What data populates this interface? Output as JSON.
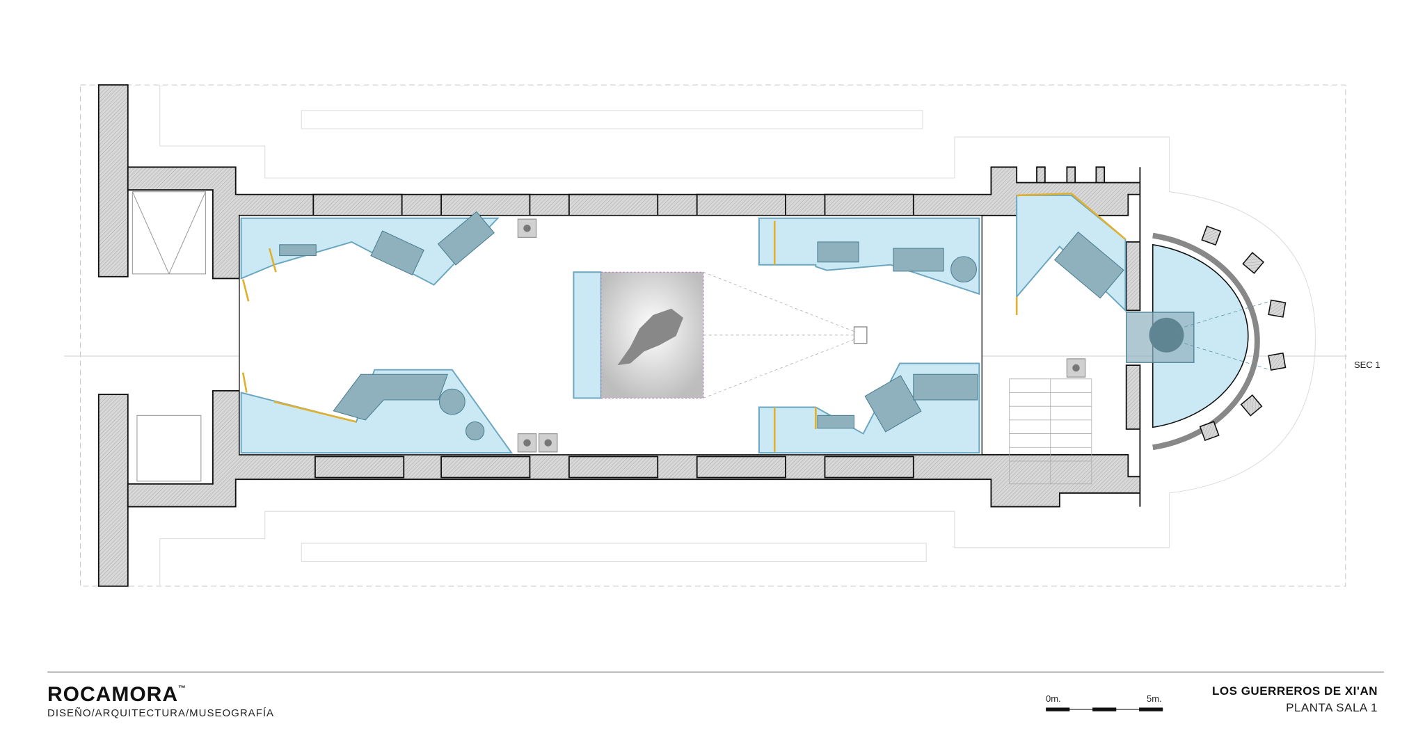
{
  "brand": {
    "name": "ROCAMORA",
    "trademark": "™",
    "tagline": "DISEÑO/ARQUITECTURA/MUSEOGRAFÍA"
  },
  "project": {
    "title": "LOS GUERREROS DE XI'AN",
    "sheet": "PLANTA SALA 1"
  },
  "scale_bar": {
    "start_label": "0m.",
    "end_label": "5m."
  },
  "section_marker": {
    "label": "SEC 1"
  },
  "colors": {
    "wall": "#d6d6d6",
    "case": "#cbe9f4",
    "case_stroke": "#6aa6bf",
    "object": "#8fb1bd",
    "door": "#e0b030"
  }
}
